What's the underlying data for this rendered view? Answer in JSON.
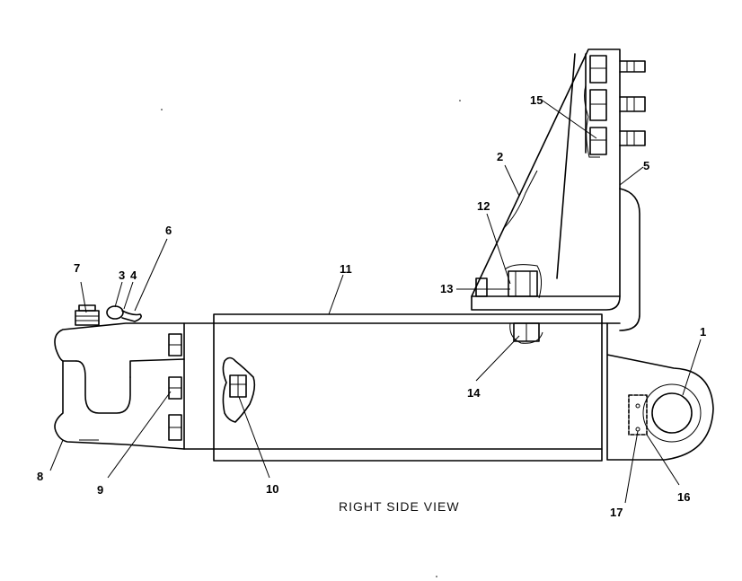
{
  "diagram": {
    "view_label": "RIGHT SIDE VIEW",
    "callouts": {
      "c1": "1",
      "c2": "2",
      "c3": "3",
      "c4": "4",
      "c5": "5",
      "c6": "6",
      "c7": "7",
      "c8": "8",
      "c9": "9",
      "c10": "10",
      "c11": "11",
      "c12": "12",
      "c13": "13",
      "c14": "14",
      "c15": "15",
      "c16": "16",
      "c17": "17"
    }
  }
}
